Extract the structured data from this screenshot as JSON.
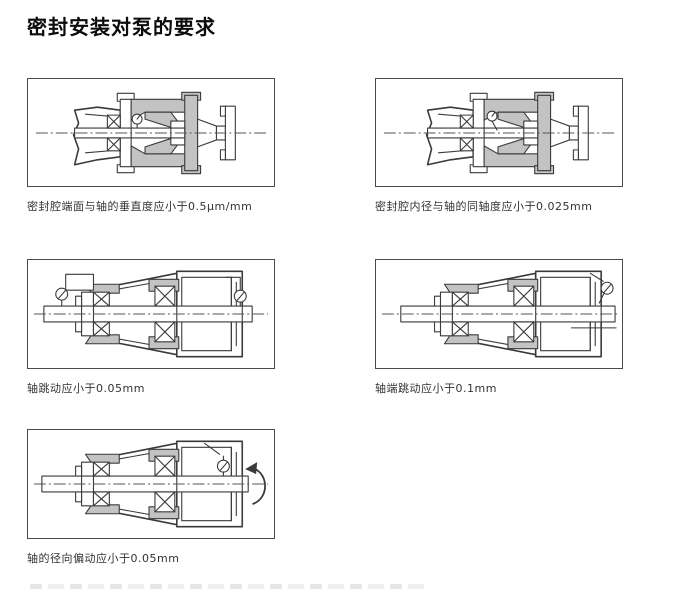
{
  "page": {
    "title": "密封安装对泵的要求"
  },
  "figures": [
    {
      "name": "seal-chamber-face-perpendicularity",
      "caption": "密封腔端面与轴的垂直度应小于0.5μm/mm"
    },
    {
      "name": "seal-chamber-bore-coaxiality",
      "caption": "密封腔内径与轴的同轴度应小于0.025mm"
    },
    {
      "name": "shaft-runout",
      "caption": "轴跳动应小于0.05mm"
    },
    {
      "name": "shaft-end-runout",
      "caption": "轴端跳动应小于0.1mm"
    },
    {
      "name": "shaft-radial-deflection",
      "caption": "轴的径向偏动应小于0.05mm"
    }
  ],
  "colors": {
    "line": "#3a3a3a",
    "gray_fill": "#c3c3c3",
    "frame_border": "#4a4a4a",
    "text": "#333333"
  }
}
